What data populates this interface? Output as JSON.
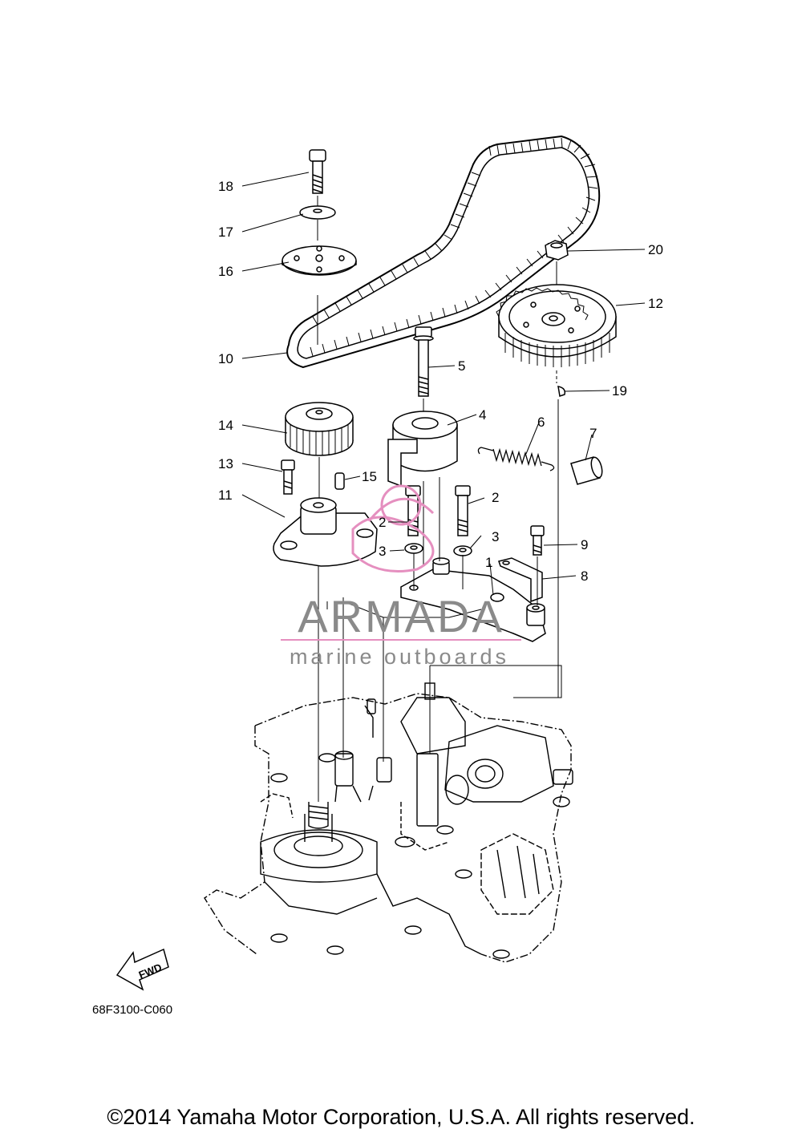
{
  "parts": [
    "1",
    "2",
    "2",
    "3",
    "3",
    "4",
    "5",
    "6",
    "7",
    "8",
    "9",
    "10",
    "11",
    "12",
    "13",
    "14",
    "15",
    "16",
    "17",
    "18",
    "19",
    "20"
  ],
  "watermark": {
    "title": "ARMADA",
    "subtitle": "marine outboards"
  },
  "direction_label": "FWD",
  "diagram_code": "68F3100-C060",
  "copyright": "©2014 Yamaha Motor Corporation, U.S.A. All rights reserved.",
  "colors": {
    "line": "#000000",
    "watermark_gray": "#8a8a8a",
    "watermark_pink": "#e58fbf"
  }
}
